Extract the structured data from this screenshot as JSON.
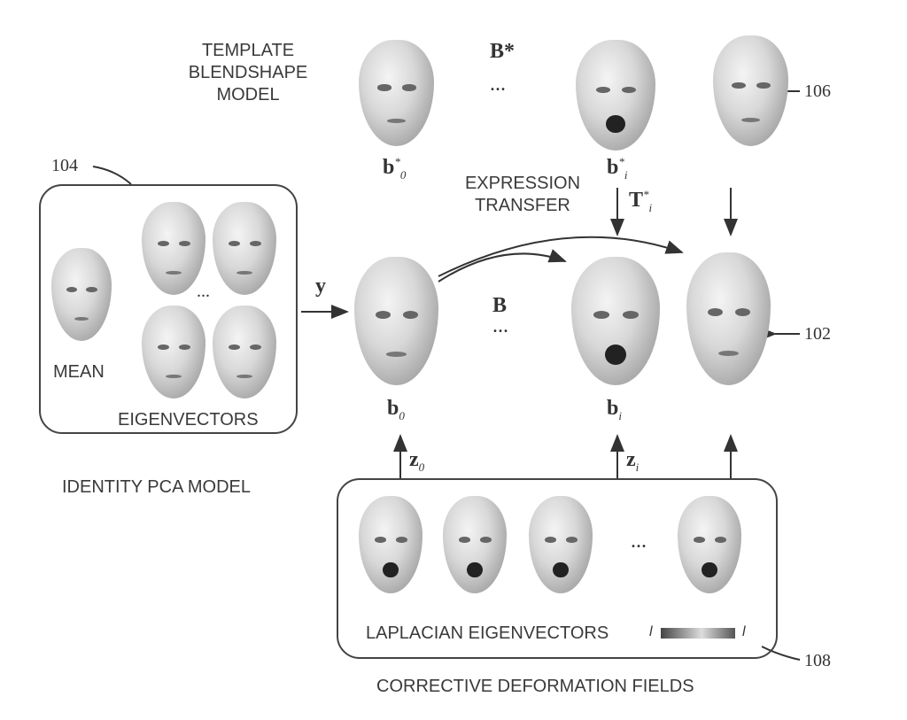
{
  "template": {
    "title_lines": [
      "TEMPLATE",
      "BLENDSHAPE",
      "MODEL"
    ],
    "set_label": "B*",
    "b0_star": "b",
    "b0_star_sub": "0",
    "b0_star_sup": "*",
    "bi_star": "b",
    "bi_star_sub": "i",
    "bi_star_sup": "*",
    "ellipsis": "...",
    "ref": "106"
  },
  "transfer": {
    "lines": [
      "EXPRESSION",
      "TRANSFER"
    ],
    "T": "T",
    "T_sub": "i",
    "T_sup": "*"
  },
  "identity": {
    "ref": "104",
    "mean": "MEAN",
    "eigenvectors": "EIGENVECTORS",
    "ellipsis": "...",
    "caption": "IDENTITY PCA MODEL",
    "y": "y"
  },
  "blendshapes": {
    "set_label": "B",
    "b0": "b",
    "b0_sub": "0",
    "bi": "b",
    "bi_sub": "i",
    "ellipsis": "...",
    "ref": "102"
  },
  "corrective": {
    "z0": "z",
    "z0_sub": "0",
    "zi": "z",
    "zi_sub": "i",
    "label": "LAPLACIAN EIGENVECTORS",
    "scale_min": "l",
    "scale_max": "l",
    "ellipsis": "...",
    "caption": "CORRECTIVE DEFORMATION FIELDS",
    "ref": "108"
  }
}
